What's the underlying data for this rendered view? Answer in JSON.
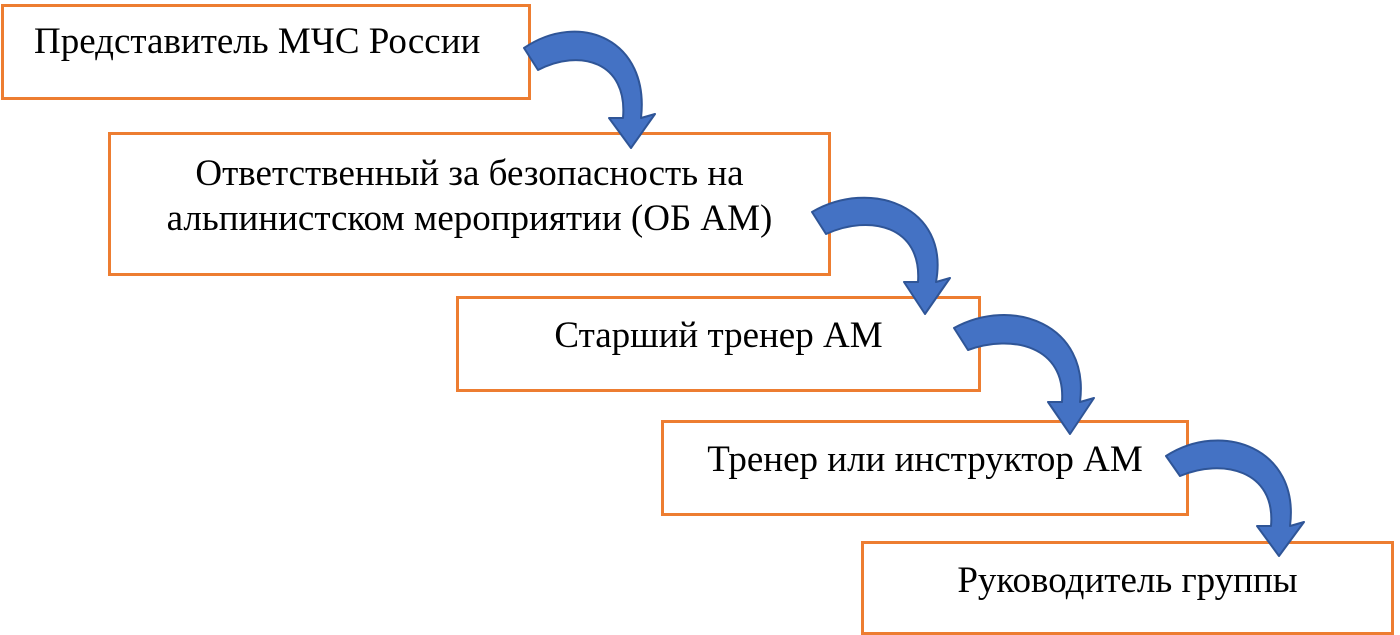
{
  "diagram": {
    "nodes": [
      {
        "id": "n1",
        "lines": [
          "Представитель МЧС России"
        ]
      },
      {
        "id": "n2",
        "lines": [
          "Ответственный за безопасность на",
          "альпинистском мероприятии (ОБ АМ)"
        ]
      },
      {
        "id": "n3",
        "lines": [
          "Старший тренер АМ"
        ]
      },
      {
        "id": "n4",
        "lines": [
          "Тренер или инструктор АМ"
        ]
      },
      {
        "id": "n5",
        "lines": [
          "Руководитель группы"
        ]
      }
    ],
    "edges": [
      {
        "from": "n1",
        "to": "n2"
      },
      {
        "from": "n2",
        "to": "n3"
      },
      {
        "from": "n3",
        "to": "n4"
      },
      {
        "from": "n4",
        "to": "n5"
      }
    ],
    "colors": {
      "box_border": "#ED7D31",
      "arrow_fill": "#4472C4",
      "arrow_stroke": "#2F5597",
      "text": "#000000"
    },
    "icons": {
      "connector": "curved-arrow-icon"
    }
  }
}
